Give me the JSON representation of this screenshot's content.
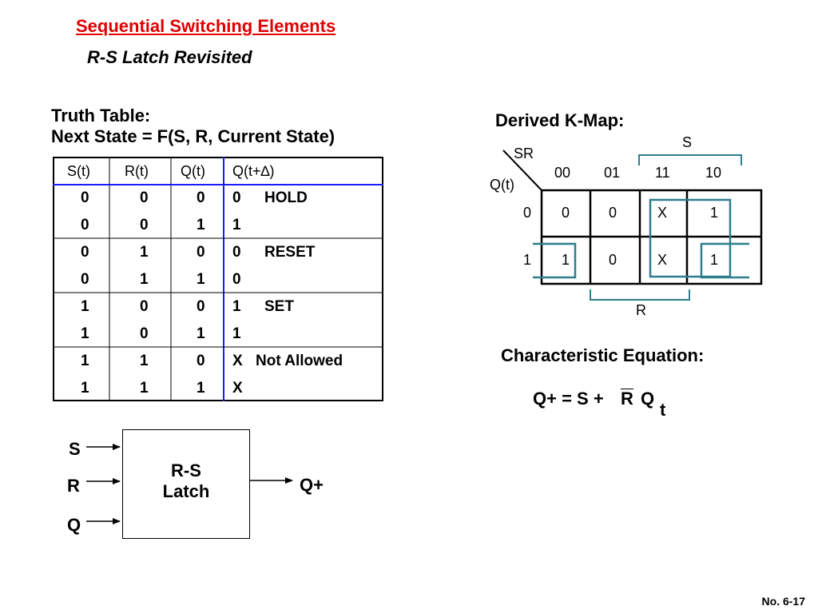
{
  "slide": {
    "title": "Sequential Switching Elements",
    "subtitle": "R-S Latch Revisited",
    "number": "No. 6-17"
  },
  "truth_table": {
    "heading_line1": "Truth Table:",
    "heading_line2": "Next State = F(S, R, Current State)",
    "headers": [
      "S(t)",
      "R(t)",
      "Q(t)",
      "Q(t+∆)"
    ],
    "rows": [
      [
        "0",
        "0",
        "0",
        "0",
        "HOLD"
      ],
      [
        "0",
        "0",
        "1",
        "1",
        ""
      ],
      [
        "0",
        "1",
        "0",
        "0",
        "RESET"
      ],
      [
        "0",
        "1",
        "1",
        "0",
        ""
      ],
      [
        "1",
        "0",
        "0",
        "1",
        "SET"
      ],
      [
        "1",
        "0",
        "1",
        "1",
        ""
      ],
      [
        "1",
        "1",
        "0",
        "X",
        "Not Allowed"
      ],
      [
        "1",
        "1",
        "1",
        "X",
        ""
      ]
    ],
    "colors": {
      "header_divider": "#1a1aff"
    }
  },
  "kmap": {
    "heading": "Derived K-Map:",
    "row_var": "Q(t)",
    "col_var": "SR",
    "col_headers": [
      "00",
      "01",
      "11",
      "10"
    ],
    "row_headers": [
      "0",
      "1"
    ],
    "cells": [
      [
        "0",
        "0",
        "X",
        "1"
      ],
      [
        "1",
        "0",
        "X",
        "1"
      ]
    ],
    "s_label": "S",
    "r_label": "R",
    "colors": {
      "grouping": "#2e7d8c"
    }
  },
  "equation": {
    "heading": "Characteristic Equation:",
    "lhs": "Q+ = S +",
    "r_bar": "R",
    "q": "Q",
    "subscript": "t"
  },
  "block": {
    "inputs": [
      "S",
      "R",
      "Q"
    ],
    "label_line1": "R-S",
    "label_line2": "Latch",
    "output": "Q+"
  }
}
